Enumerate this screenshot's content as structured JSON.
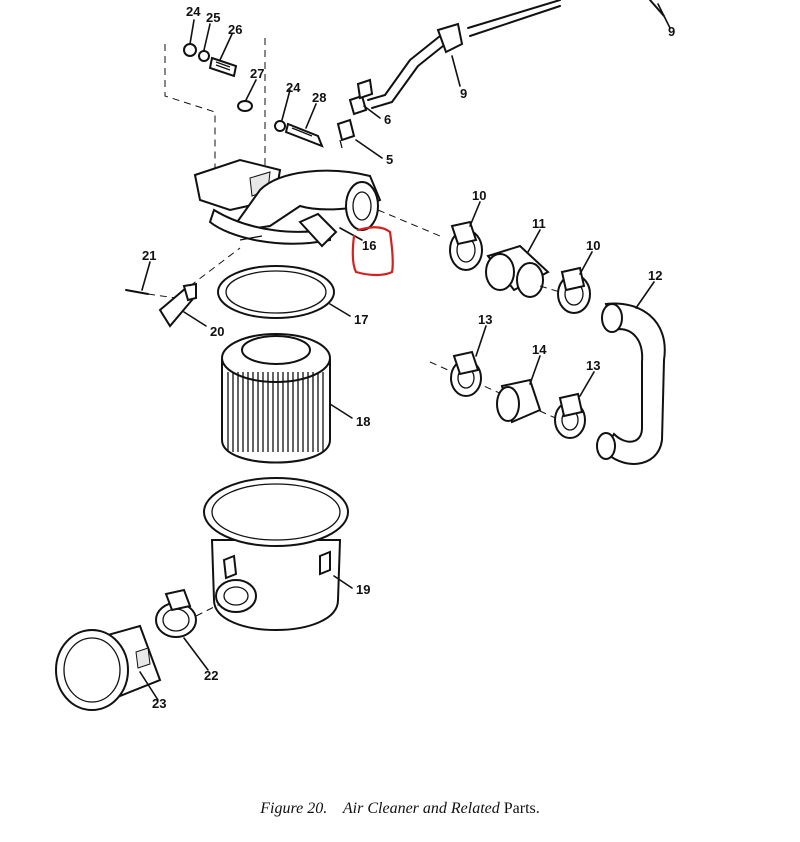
{
  "caption": {
    "figure": "Figure 20.",
    "title": "Air Cleaner and Related",
    "suffix": "Parts."
  },
  "annotation_color": "#d61f1f",
  "callouts": {
    "c24a": "24",
    "c25": "25",
    "c26": "26",
    "c27": "27",
    "c24b": "24",
    "c28": "28",
    "c6": "6",
    "c5": "5",
    "c9a": "9",
    "c9b": "9",
    "c10a": "10",
    "c11": "11",
    "c10b": "10",
    "c12": "12",
    "c16": "16",
    "c21": "21",
    "c20": "20",
    "c17": "17",
    "c13a": "13",
    "c14": "14",
    "c13b": "13",
    "c18": "18",
    "c19": "19",
    "c22": "22",
    "c23": "23"
  }
}
